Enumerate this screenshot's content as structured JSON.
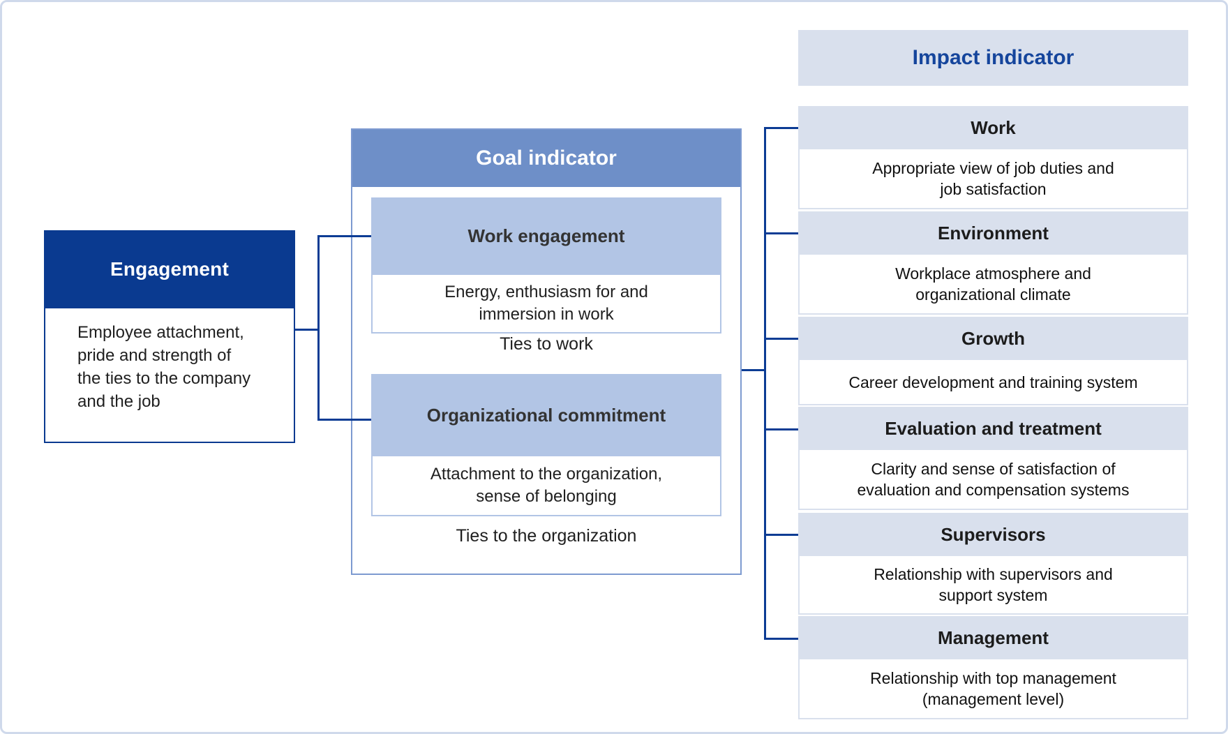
{
  "engagement": {
    "title": "Engagement",
    "description": "Employee attachment,\npride and strength of\nthe ties to the company\nand the job"
  },
  "goal": {
    "title": "Goal indicator",
    "items": [
      {
        "title": "Work engagement",
        "description": "Energy, enthusiasm for and\nimmersion in work",
        "caption": "Ties to work"
      },
      {
        "title": "Organizational commitment",
        "description": "Attachment to the organization,\nsense of belonging",
        "caption": "Ties to the organization"
      }
    ]
  },
  "impact": {
    "title": "Impact indicator",
    "items": [
      {
        "title": "Work",
        "description": "Appropriate view of job duties and\njob satisfaction"
      },
      {
        "title": "Environment",
        "description": "Workplace atmosphere and\norganizational climate"
      },
      {
        "title": "Growth",
        "description": "Career development and training system"
      },
      {
        "title": "Evaluation and treatment",
        "description": "Clarity and sense of satisfaction of\nevaluation and compensation systems"
      },
      {
        "title": "Supervisors",
        "description": "Relationship with supervisors and\nsupport system"
      },
      {
        "title": "Management",
        "description": "Relationship with top management\n(management level)"
      }
    ]
  },
  "colors": {
    "navy": "#0a3a90",
    "line": "#0c3c94",
    "medium-blue": "#6e8fc8",
    "light-blue": "#b2c5e5",
    "pale-blue": "#d9e0ed",
    "goal-border": "#7d9ad0",
    "canvas-border": "#cfd9eb",
    "impact-title": "#15459c",
    "ink": "#1f1f1f"
  }
}
